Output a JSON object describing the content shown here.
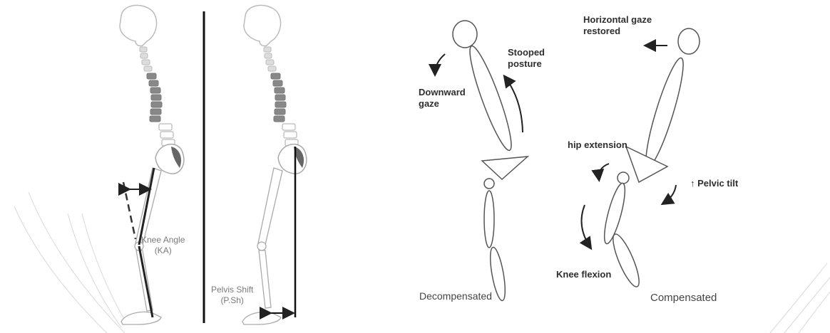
{
  "left_panel": {
    "knee_angle_label": "Knee Angle",
    "knee_angle_abbr": "(KA)",
    "pelvis_shift_label": "Pelvis Shift",
    "pelvis_shift_abbr": "(P.Sh)"
  },
  "right_panel": {
    "stooped_posture": "Stooped posture",
    "downward_gaze": "Downward gaze",
    "decompensated": "Decompensated",
    "horizontal_gaze": "Horizontal gaze restored",
    "hip_extension": "hip extension",
    "pelvic_tilt": "↑ Pelvic tilt",
    "knee_flexion": "Knee flexion",
    "compensated": "Compensated"
  }
}
